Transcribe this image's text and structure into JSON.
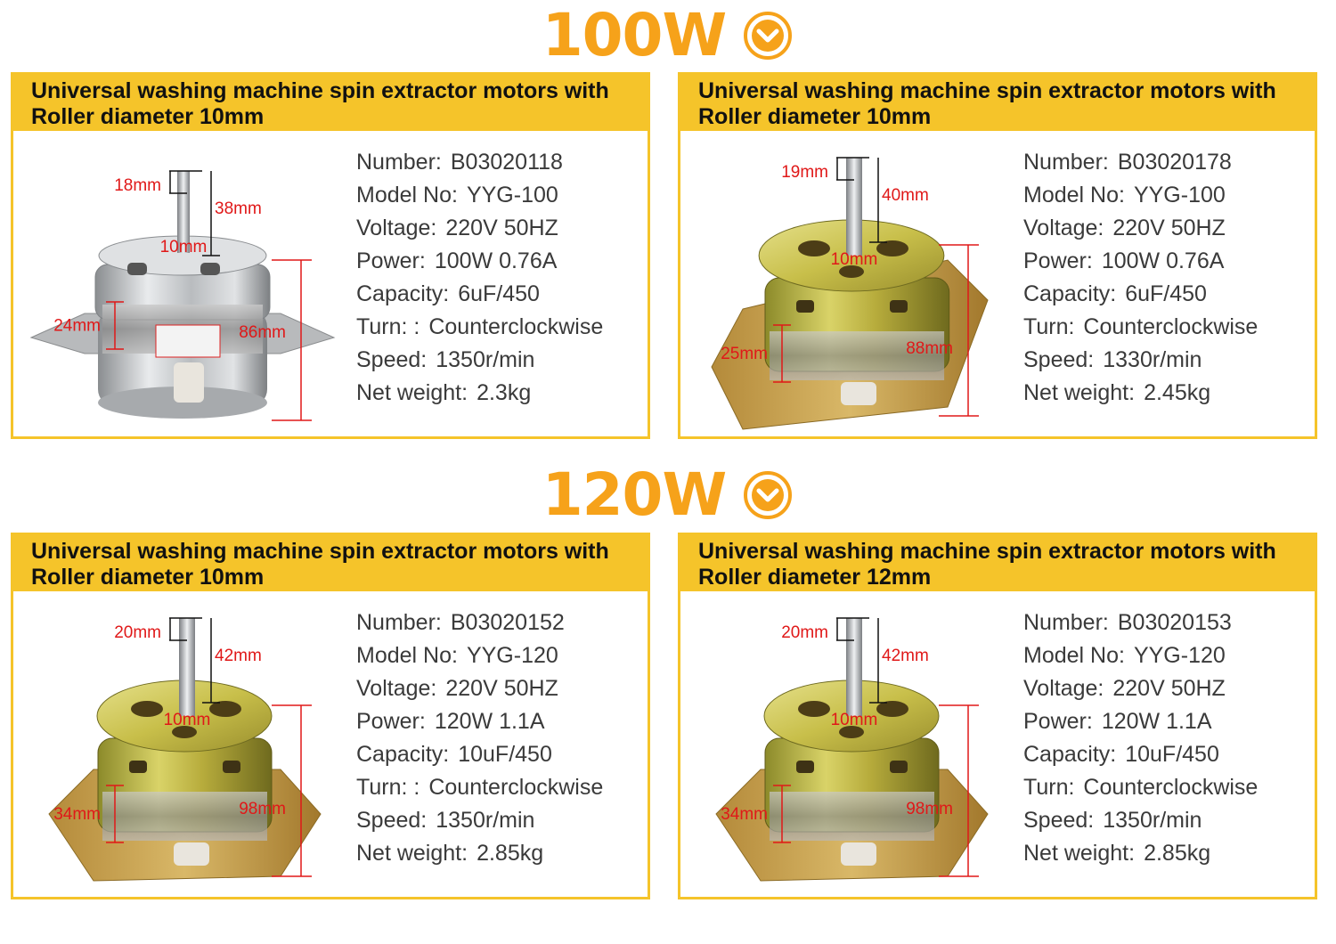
{
  "sections": [
    {
      "heading": "100W"
    },
    {
      "heading": "120W"
    }
  ],
  "colors": {
    "accent": "#f5c42a",
    "heading": "#f6a21a",
    "dimension": "#e01818"
  },
  "icons": {
    "check": "circle-chevron-down-icon"
  },
  "cards": [
    {
      "title1": "Universal washing machine spin extractor motors with",
      "title2": "Roller diameter 10mm",
      "motor_style": "silver",
      "dims": {
        "top": "18mm",
        "shaft": "38mm",
        "roller": "10mm",
        "side": "24mm",
        "height": "86mm"
      },
      "specs": [
        {
          "k": "Number:",
          "v": "B03020118"
        },
        {
          "k": "Model No:",
          "v": "YYG-100"
        },
        {
          "k": "Voltage:",
          "v": "220V 50HZ"
        },
        {
          "k": "Power:",
          "v": "100W  0.76A"
        },
        {
          "k": "Capacity:",
          "v": "6uF/450"
        },
        {
          "k": "Turn:  :",
          "v": "Counterclockwise"
        },
        {
          "k": "Speed:",
          "v": "1350r/min"
        },
        {
          "k": "Net weight:",
          "v": "2.3kg"
        }
      ]
    },
    {
      "title1": "Universal washing machine spin extractor motors with",
      "title2": "Roller diameter 10mm",
      "motor_style": "gold",
      "dims": {
        "top": "19mm",
        "shaft": "40mm",
        "roller": "10mm",
        "side": "25mm",
        "height": "88mm"
      },
      "specs": [
        {
          "k": "Number:",
          "v": "B03020178"
        },
        {
          "k": "Model No:",
          "v": "YYG-100"
        },
        {
          "k": "Voltage:",
          "v": "220V 50HZ"
        },
        {
          "k": "Power:",
          "v": "100W  0.76A"
        },
        {
          "k": "Capacity:",
          "v": "6uF/450"
        },
        {
          "k": "Turn:",
          "v": "Counterclockwise"
        },
        {
          "k": "Speed:",
          "v": "1330r/min"
        },
        {
          "k": "Net weight:",
          "v": "2.45kg"
        }
      ]
    },
    {
      "title1": "Universal washing machine spin extractor motors with",
      "title2": "Roller diameter 10mm",
      "motor_style": "gold",
      "dims": {
        "top": "20mm",
        "shaft": "42mm",
        "roller": "10mm",
        "side": "34mm",
        "height": "98mm"
      },
      "specs": [
        {
          "k": "Number:",
          "v": "B03020152"
        },
        {
          "k": "Model No:",
          "v": "YYG-120"
        },
        {
          "k": "Voltage:",
          "v": "220V 50HZ"
        },
        {
          "k": "Power:",
          "v": "120W  1.1A"
        },
        {
          "k": "Capacity:",
          "v": "10uF/450"
        },
        {
          "k": "Turn:  :",
          "v": "Counterclockwise"
        },
        {
          "k": "Speed:",
          "v": "1350r/min"
        },
        {
          "k": "Net weight:",
          "v": "2.85kg"
        }
      ]
    },
    {
      "title1": "Universal washing machine spin extractor motors with",
      "title2": "Roller diameter 12mm",
      "motor_style": "gold",
      "dims": {
        "top": "20mm",
        "shaft": "42mm",
        "roller": "10mm",
        "side": "34mm",
        "height": "98mm"
      },
      "specs": [
        {
          "k": "Number:",
          "v": "B03020153"
        },
        {
          "k": "Model No:",
          "v": "YYG-120"
        },
        {
          "k": "Voltage:",
          "v": "220V 50HZ"
        },
        {
          "k": "Power:",
          "v": "120W  1.1A"
        },
        {
          "k": "Capacity:",
          "v": "10uF/450"
        },
        {
          "k": "Turn:",
          "v": "Counterclockwise"
        },
        {
          "k": "Speed:",
          "v": "1350r/min"
        },
        {
          "k": "Net weight:",
          "v": "2.85kg"
        }
      ]
    }
  ]
}
